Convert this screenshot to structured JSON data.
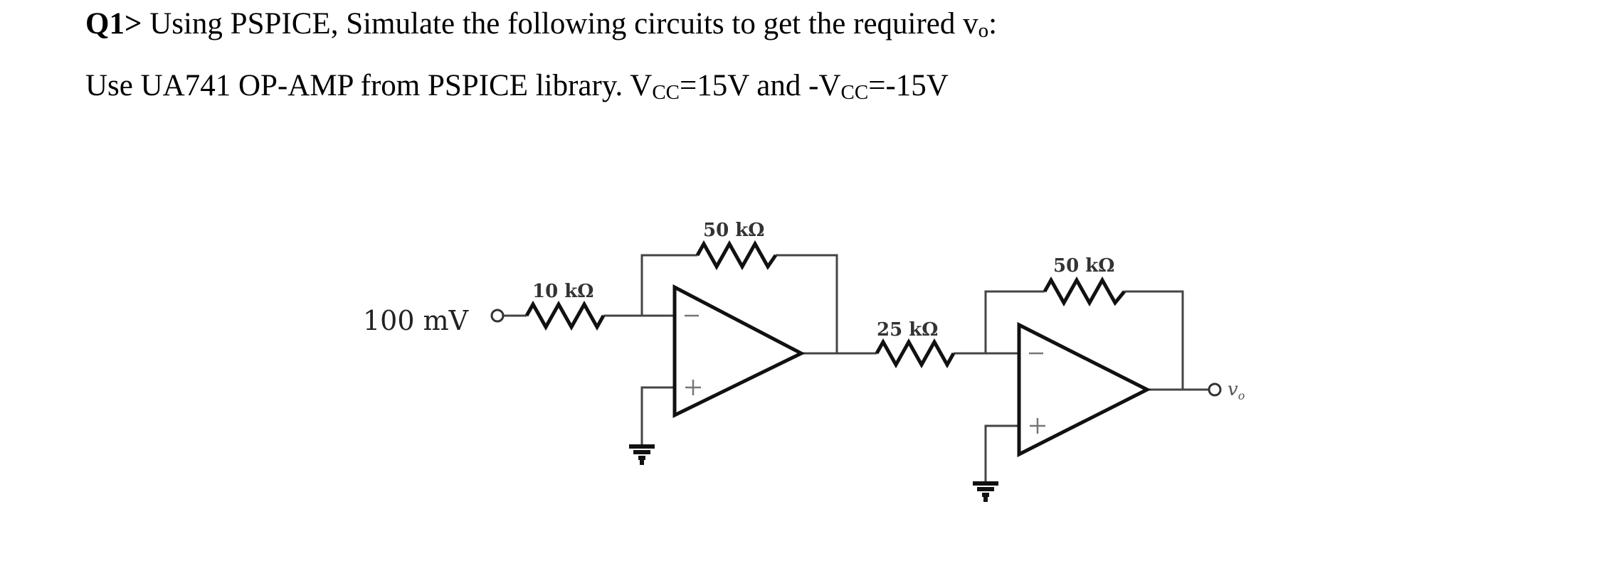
{
  "question": {
    "label": "Q1>",
    "text": " Using PSPICE, Simulate the following circuits to get the required v",
    "v_sub": "o",
    "end": ":"
  },
  "instruction": {
    "part1": "Use UA741 OP-AMP from PSPICE library. V",
    "sub1": "CC",
    "part2": "=15V and -V",
    "sub2": "CC",
    "part3": "=-15V"
  },
  "circuit": {
    "input_label": "100 mV",
    "r_in_1": "10 kΩ",
    "r_feedback_1": "50 kΩ",
    "r_in_2": "25 kΩ",
    "r_feedback_2": "50 kΩ",
    "opamp_minus": "−",
    "opamp_plus": "+",
    "output_label": "v",
    "output_sub": "o"
  }
}
